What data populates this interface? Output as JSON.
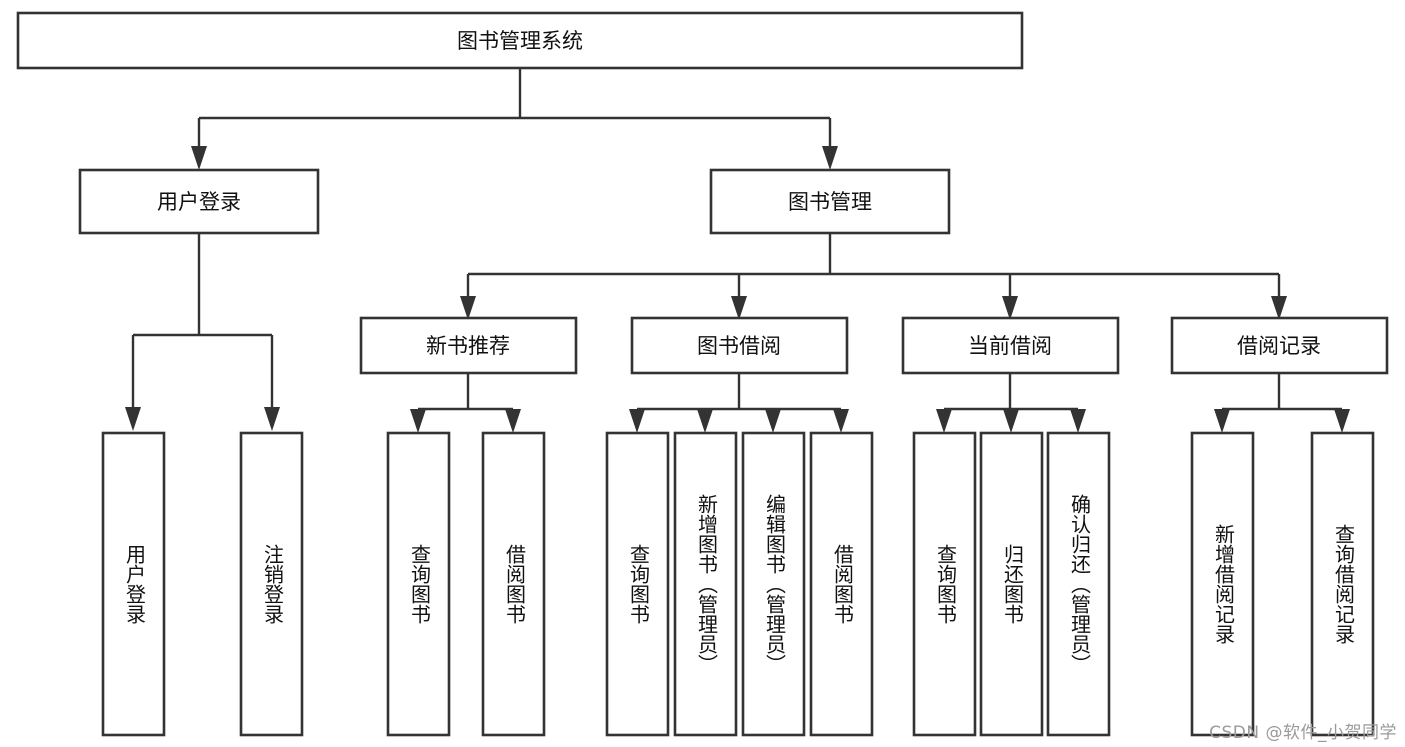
{
  "diagram": {
    "type": "tree-hierarchy-chart",
    "title": "图书管理系统",
    "orientation": "top-down",
    "colors": {
      "box_stroke": "#333333",
      "box_fill": "#ffffff",
      "connector": "#333333",
      "text": "#111111",
      "background": "#ffffff",
      "watermark": "#9a9a9a"
    },
    "root": {
      "label": "图书管理系统"
    },
    "level2": [
      {
        "label": "用户登录"
      },
      {
        "label": "图书管理"
      }
    ],
    "level3": [
      {
        "label": "新书推荐"
      },
      {
        "label": "图书借阅"
      },
      {
        "label": "当前借阅"
      },
      {
        "label": "借阅记录"
      }
    ],
    "leaves": {
      "user_login": [
        {
          "label": "用户登录"
        },
        {
          "label": "注销登录"
        }
      ],
      "new_book_recommend": [
        {
          "label": "查询图书"
        },
        {
          "label": "借阅图书"
        }
      ],
      "book_borrow": [
        {
          "label": "查询图书"
        },
        {
          "label": "新增图书（管理员）"
        },
        {
          "label": "编辑图书（管理员）"
        },
        {
          "label": "借阅图书"
        }
      ],
      "current_borrow": [
        {
          "label": "查询图书"
        },
        {
          "label": "归还图书"
        },
        {
          "label": "确认归还（管理员）"
        }
      ],
      "borrow_record": [
        {
          "label": "新增借阅记录"
        },
        {
          "label": "查询借阅记录"
        }
      ]
    }
  },
  "watermark": {
    "text": "CSDN @软件_小贺同学"
  }
}
